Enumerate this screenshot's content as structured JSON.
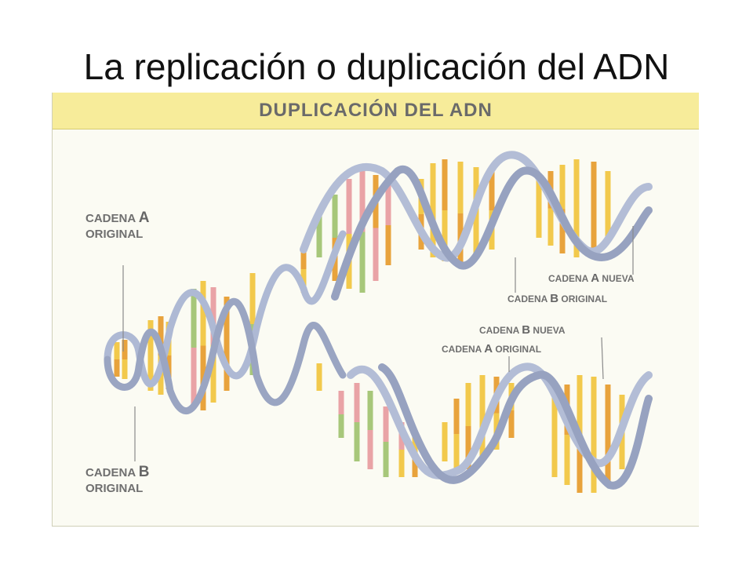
{
  "slide": {
    "title": "La replicación o duplicación del ADN"
  },
  "figure": {
    "banner": "DUPLICACIÓN DEL ADN",
    "labels": {
      "a_original": {
        "pre": "CADENA ",
        "letter": "A",
        "post": "ORIGINAL"
      },
      "b_original": {
        "pre": "CADENA ",
        "letter": "B",
        "post": "ORIGINAL"
      },
      "top_a_new": {
        "pre": "CADENA ",
        "letter": "A",
        "post": " NUEVA"
      },
      "top_b_orig": {
        "pre": "CADENA ",
        "letter": "B",
        "post": " ORIGINAL"
      },
      "bot_b_new": {
        "pre": "CADENA ",
        "letter": "B",
        "post": " NUEVA"
      },
      "bot_a_orig": {
        "pre": "CADENA ",
        "letter": "A",
        "post": " ORIGINAL"
      }
    },
    "colors": {
      "banner": "#f7ec9a",
      "strand": "#b9c3da",
      "base_yellow": "#f2c94c",
      "base_orange": "#e8a33c",
      "base_pink": "#e9a3a6",
      "base_green": "#a7c77a"
    }
  }
}
